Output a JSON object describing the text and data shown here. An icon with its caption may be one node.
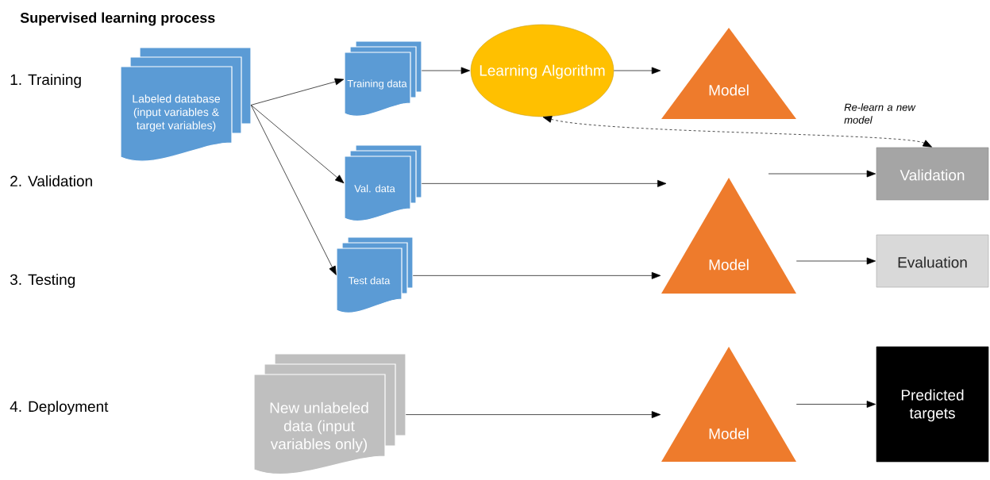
{
  "diagram": {
    "title": "Supervised learning process",
    "nodes": [
      {
        "text": [
          "Labeled database (input variables & target variables)"
        ]
      },
      {
        "text": [
          "Training data"
        ]
      },
      {
        "text": [
          "Val. data"
        ]
      },
      {
        "text": [
          "Test data"
        ]
      },
      {
        "text": [
          "New unlabeled data (input variables only)"
        ]
      },
      {
        "text": [
          "Learning Algorithm"
        ]
      },
      {
        "text": [
          "Model"
        ]
      },
      {
        "text": [
          "Validation"
        ]
      },
      {
        "text": [
          "Model"
        ]
      },
      {
        "text": [
          "Evaluation"
        ]
      },
      {
        "text": [
          "Model"
        ]
      },
      {
        "text": [
          "Predicted targets"
        ]
      }
    ],
    "edges": [
      {
        "from": 0,
        "to": 1,
        "arrow": "to"
      },
      {
        "from": 0,
        "to": 2,
        "arrow": "to"
      },
      {
        "from": 0,
        "to": 3,
        "arrow": "to"
      },
      {
        "from": 1,
        "to": 5,
        "arrow": "to"
      },
      {
        "from": 5,
        "to": 6,
        "arrow": "to"
      },
      {
        "from": 2,
        "to": null,
        "arrow": "to"
      },
      {
        "from": null,
        "to": 7,
        "arrow": "to"
      },
      {
        "from": 3,
        "to": 8,
        "arrow": "to"
      },
      {
        "from": 8,
        "to": 9,
        "arrow": "to"
      },
      {
        "from": 4,
        "to": 10,
        "arrow": "to"
      },
      {
        "from": 10,
        "to": 11,
        "arrow": "to"
      },
      {
        "from": 5,
        "to": 7,
        "arrow": "both",
        "style": "dashed",
        "label": "Re-learn a new model"
      }
    ],
    "labels": [
      "1. Training",
      "2. Validation",
      "3. Testing",
      "4. Deployment"
    ]
  }
}
